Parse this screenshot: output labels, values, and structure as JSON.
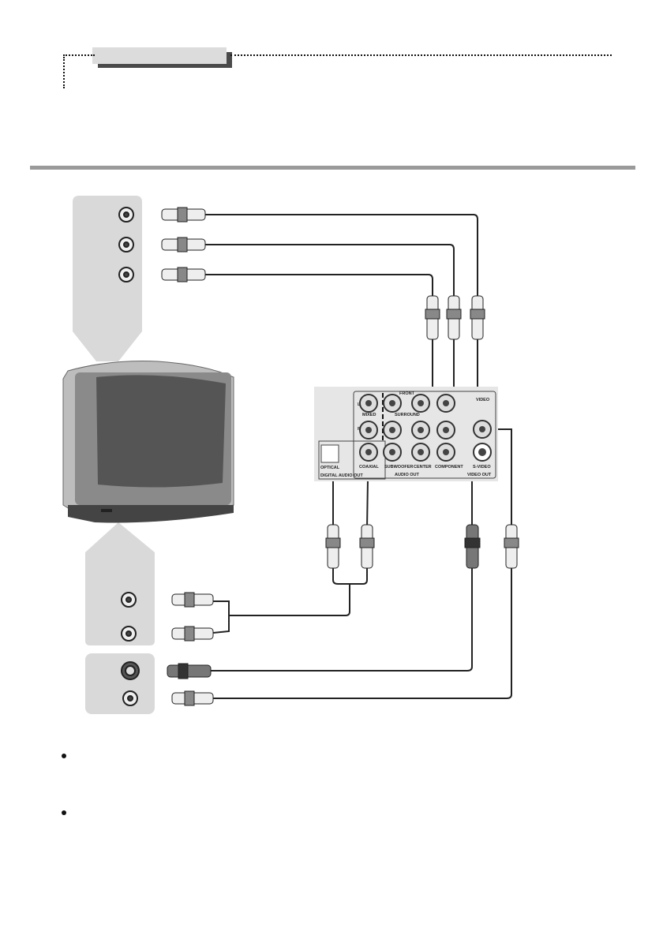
{
  "panel": {
    "front": "FRONT",
    "l": "L",
    "r": "R",
    "mixed": "MIXED",
    "surround": "SURROUND",
    "optical": "OPTICAL",
    "coaxial": "COAXIAL",
    "digital_audio_out": "DIGITAL AUDIO OUT",
    "subwoofer": "SUBWOOFER",
    "center": "CENTER",
    "audio_out": "AUDIO OUT",
    "component": "COMPONENT",
    "video_out": "VIDEO OUT",
    "video": "VIDEO",
    "s_video": "S-VIDEO"
  },
  "colors": {
    "panel_gray": "#d9d9d9",
    "rule": "#9a9a9a",
    "header_box": "#dcdcdc"
  }
}
